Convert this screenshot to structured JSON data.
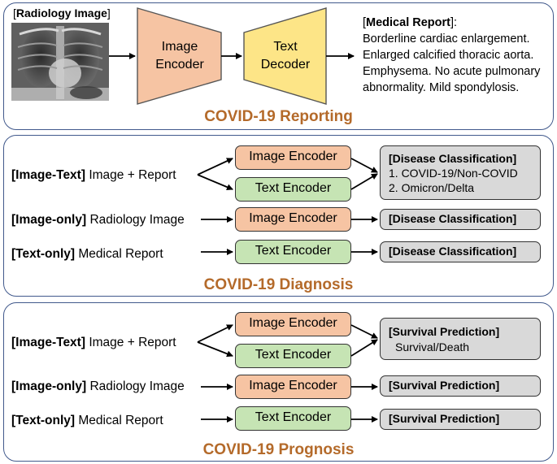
{
  "reporting": {
    "title": "COVID-19 Reporting",
    "radiology_label_open": "[",
    "radiology_label_bold": "Radiology Image",
    "radiology_label_close": "]",
    "image_encoder": [
      "Image",
      "Encoder"
    ],
    "text_decoder": [
      "Text",
      "Decoder"
    ],
    "report_head_open": "[",
    "report_head_bold": "Medical Report",
    "report_head_close": "]:",
    "report_lines": [
      "Borderline cardiac enlargement.",
      "Enlarged calcified thoracic aorta.",
      "Emphysema. No acute pulmonary",
      "abnormality. Mild spondylosis."
    ]
  },
  "diagnosis": {
    "title": "COVID-19 Diagnosis",
    "rows": {
      "image_text": {
        "tag": "[Image-Text]",
        "text": " Image + Report"
      },
      "image_only": {
        "tag": "[Image-only]",
        "text": " Radiology Image"
      },
      "text_only": {
        "tag": "[Text-only]",
        "text": " Medical Report"
      }
    },
    "image_encoder": "Image Encoder",
    "text_encoder": "Text Encoder",
    "output_head": "[Disease Classification]",
    "output_items": [
      "1. COVID-19/Non-COVID",
      "2. Omicron/Delta"
    ]
  },
  "prognosis": {
    "title": "COVID-19 Prognosis",
    "rows": {
      "image_text": {
        "tag": "[Image-Text]",
        "text": " Image + Report"
      },
      "image_only": {
        "tag": "[Image-only]",
        "text": " Radiology Image"
      },
      "text_only": {
        "tag": "[Text-only]",
        "text": " Medical Report"
      }
    },
    "image_encoder": "Image Encoder",
    "text_encoder": "Text Encoder",
    "output_head": "[Survival Prediction]",
    "output_items": [
      "Survival/Death"
    ]
  },
  "colors": {
    "panel_border": "#41598c",
    "title": "#b46a2a",
    "image_encoder": "#f6c4a3",
    "text_encoder": "#c6e4b4",
    "text_decoder": "#fde587",
    "output_box": "#d9d9d9"
  }
}
